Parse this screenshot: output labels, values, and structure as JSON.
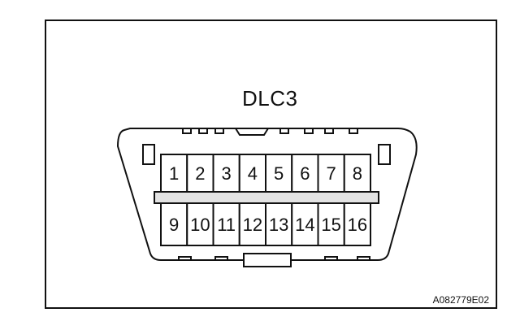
{
  "diagram": {
    "title": "DLC3",
    "figure_code": "A082779E02",
    "pins_top": [
      "1",
      "2",
      "3",
      "4",
      "5",
      "6",
      "7",
      "8"
    ],
    "pins_bottom": [
      "9",
      "10",
      "11",
      "12",
      "13",
      "14",
      "15",
      "16"
    ]
  }
}
